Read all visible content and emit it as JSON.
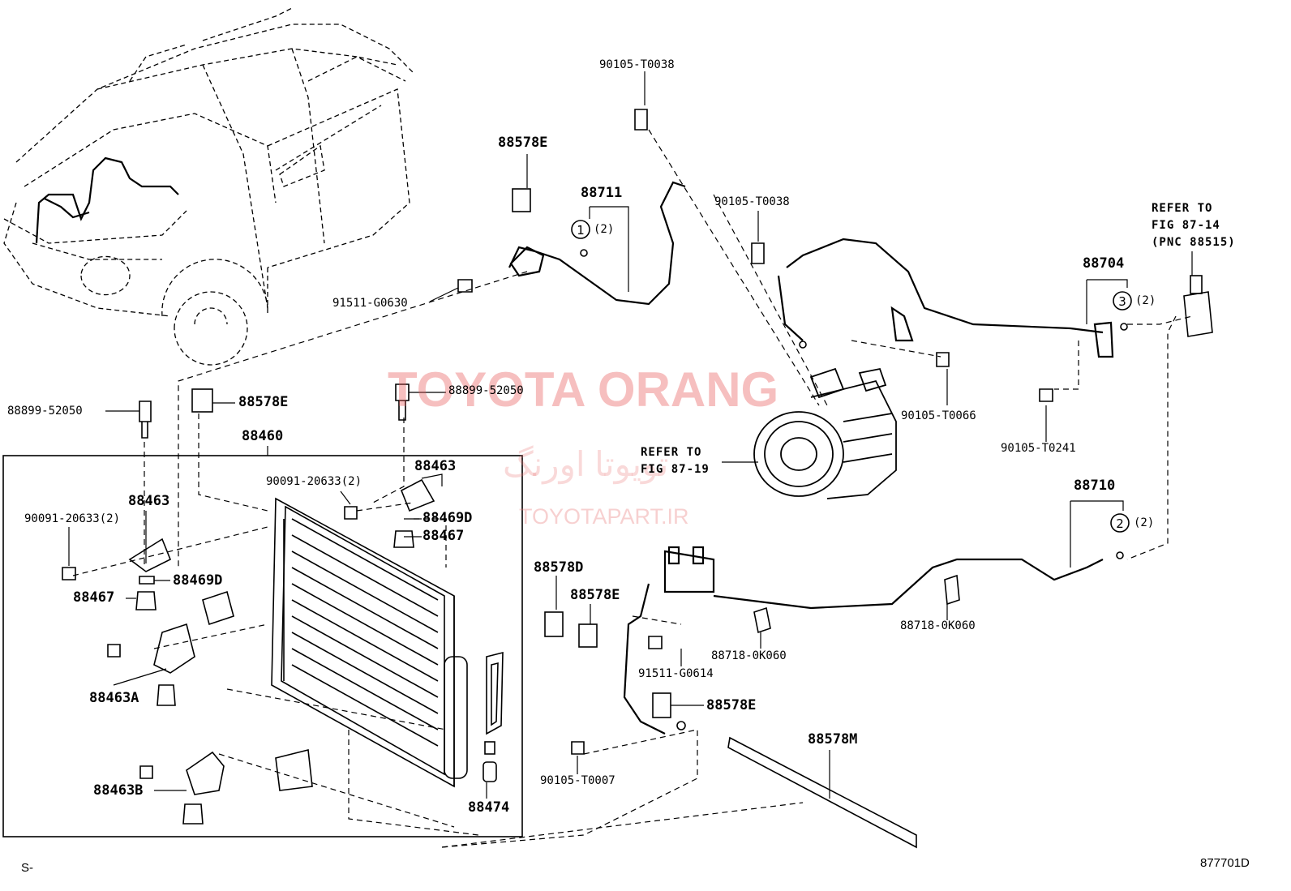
{
  "watermark": {
    "brand": "TOYOTA ORANG",
    "brand_fa": "تویوتا اورنگ",
    "site": "TOYOTAPART.IR"
  },
  "labels": {
    "p90105_t0038_top": "90105-T0038",
    "p88578e_top": "88578E",
    "p88711": "88711",
    "p88711_qty": "(2)",
    "p91511_g0630": "91511-G0630",
    "p90105_t0038_mid": "90105-T0038",
    "refer_87_14_line1": "REFER TO",
    "refer_87_14_line2": "FIG 87-14",
    "refer_87_14_line3": "(PNC 88515)",
    "p88704": "88704",
    "p88704_qty": "(2)",
    "p88899_left": "88899-52050",
    "p88578e_left": "88578E",
    "p88899_mid": "88899-52050",
    "p90105_t0066": "90105-T0066",
    "p90105_t0241": "90105-T0241",
    "p88460": "88460",
    "refer_87_19_line1": "REFER TO",
    "refer_87_19_line2": "FIG 87-19",
    "p90091_right": "90091-20633(2)",
    "p88463_right": "88463",
    "p88463_left": "88463",
    "p90091_left": "90091-20633(2)",
    "p88469d_right": "88469D",
    "p88467_right": "88467",
    "p88710": "88710",
    "p88710_qty": "(2)",
    "p88469d_left": "88469D",
    "p88467_left": "88467",
    "p88578d": "88578D",
    "p88578e_center": "88578E",
    "p88718_left": "88718-0K060",
    "p88718_right": "88718-0K060",
    "p91511_g0614": "91511-G0614",
    "p88463a": "88463A",
    "p88578e_bottom": "88578E",
    "p88578m": "88578M",
    "p90105_t0007": "90105-T0007",
    "p88463b": "88463B",
    "p88474": "88474",
    "circle1": "1",
    "circle2": "2",
    "circle3": "3"
  },
  "footer": {
    "left": "S-",
    "right": "877701D"
  }
}
